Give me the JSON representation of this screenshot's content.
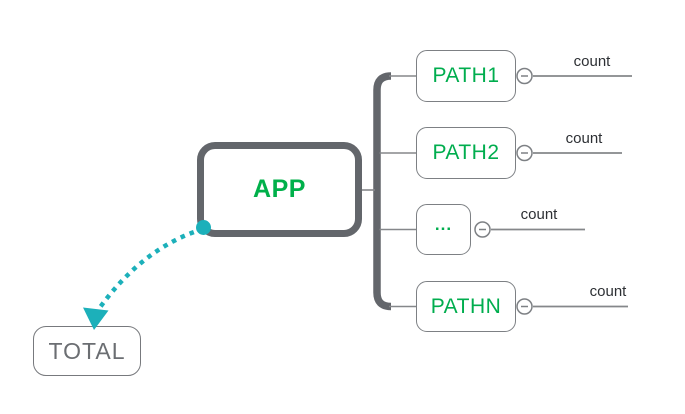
{
  "diagram": {
    "root": {
      "label": "APP"
    },
    "children": [
      {
        "label": "PATH1",
        "count_label": "count"
      },
      {
        "label": "PATH2",
        "count_label": "count"
      },
      {
        "label": "...",
        "count_label": "count"
      },
      {
        "label": "PATHN",
        "count_label": "count"
      }
    ],
    "total": {
      "label": "TOTAL"
    }
  },
  "icons": {
    "collapse_icon": "minus-in-circle",
    "arrowhead_icon": "filled-triangle",
    "link_source_icon": "filled-dot"
  },
  "colors": {
    "node_text_green": "#00b04a",
    "link_teal": "#1cb0ba",
    "branch_thick_gray": "#63666b",
    "line_gray": "#85878a",
    "count_text": "#2d3034",
    "total_text_gray": "#6b6e72",
    "background": "#ffffff"
  }
}
